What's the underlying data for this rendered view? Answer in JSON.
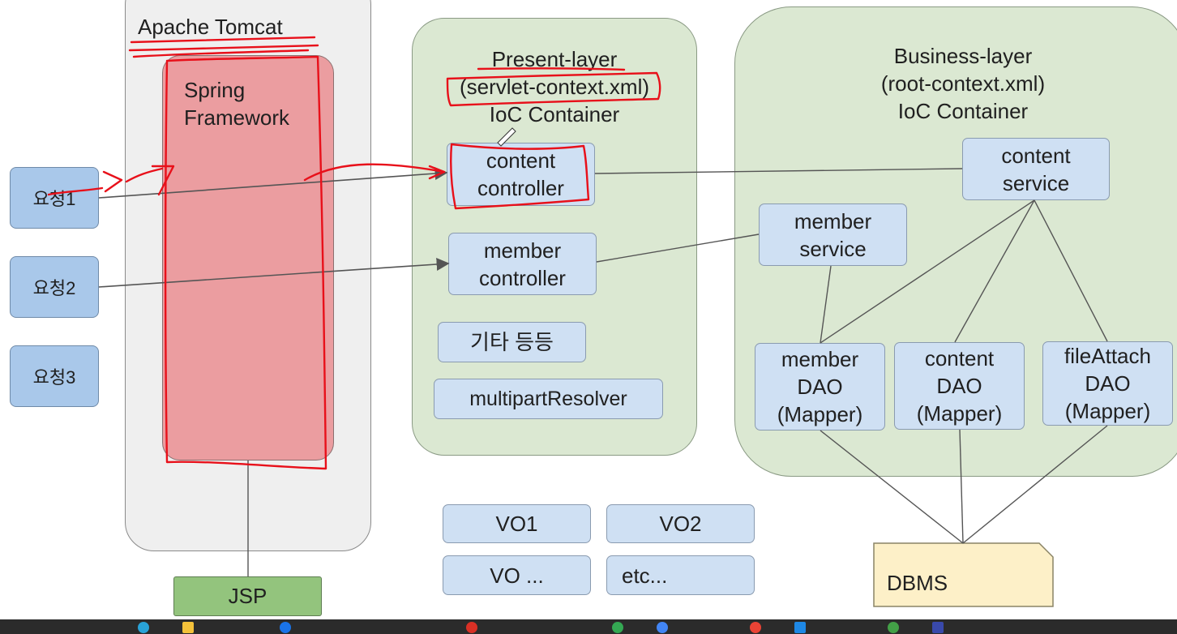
{
  "tomcat": {
    "title": "Apache Tomcat"
  },
  "spring": {
    "title": "Spring\nFramework"
  },
  "present_layer": {
    "title": "Present-layer\n(servlet-context.xml)\nIoC Container"
  },
  "business_layer": {
    "title": "Business-layer\n(root-context.xml)\nIoC Container"
  },
  "requests": [
    "요청1",
    "요청2",
    "요청3"
  ],
  "present_components": {
    "content_controller": "content\ncontroller",
    "member_controller": "member\ncontroller",
    "misc": "기타 등등",
    "multipart": "multipartResolver"
  },
  "business_components": {
    "content_service": "content\nservice",
    "member_service": "member\nservice",
    "member_dao": "member\nDAO\n(Mapper)",
    "content_dao": "content\nDAO\n(Mapper)",
    "file_dao": "fileAttach\nDAO\n(Mapper)"
  },
  "vo": [
    "VO1",
    "VO2",
    "VO ...",
    "etc..."
  ],
  "jsp": "JSP",
  "dbms": "DBMS",
  "colors": {
    "annotation": "#e8101a",
    "container_green": "#dbe8d2",
    "component_blue": "#cfe0f3",
    "spring_red": "#eb9da0",
    "tomcat_gray": "#efefef",
    "jsp_green": "#93c47d",
    "dbms_yellow": "#fdf0c8"
  }
}
